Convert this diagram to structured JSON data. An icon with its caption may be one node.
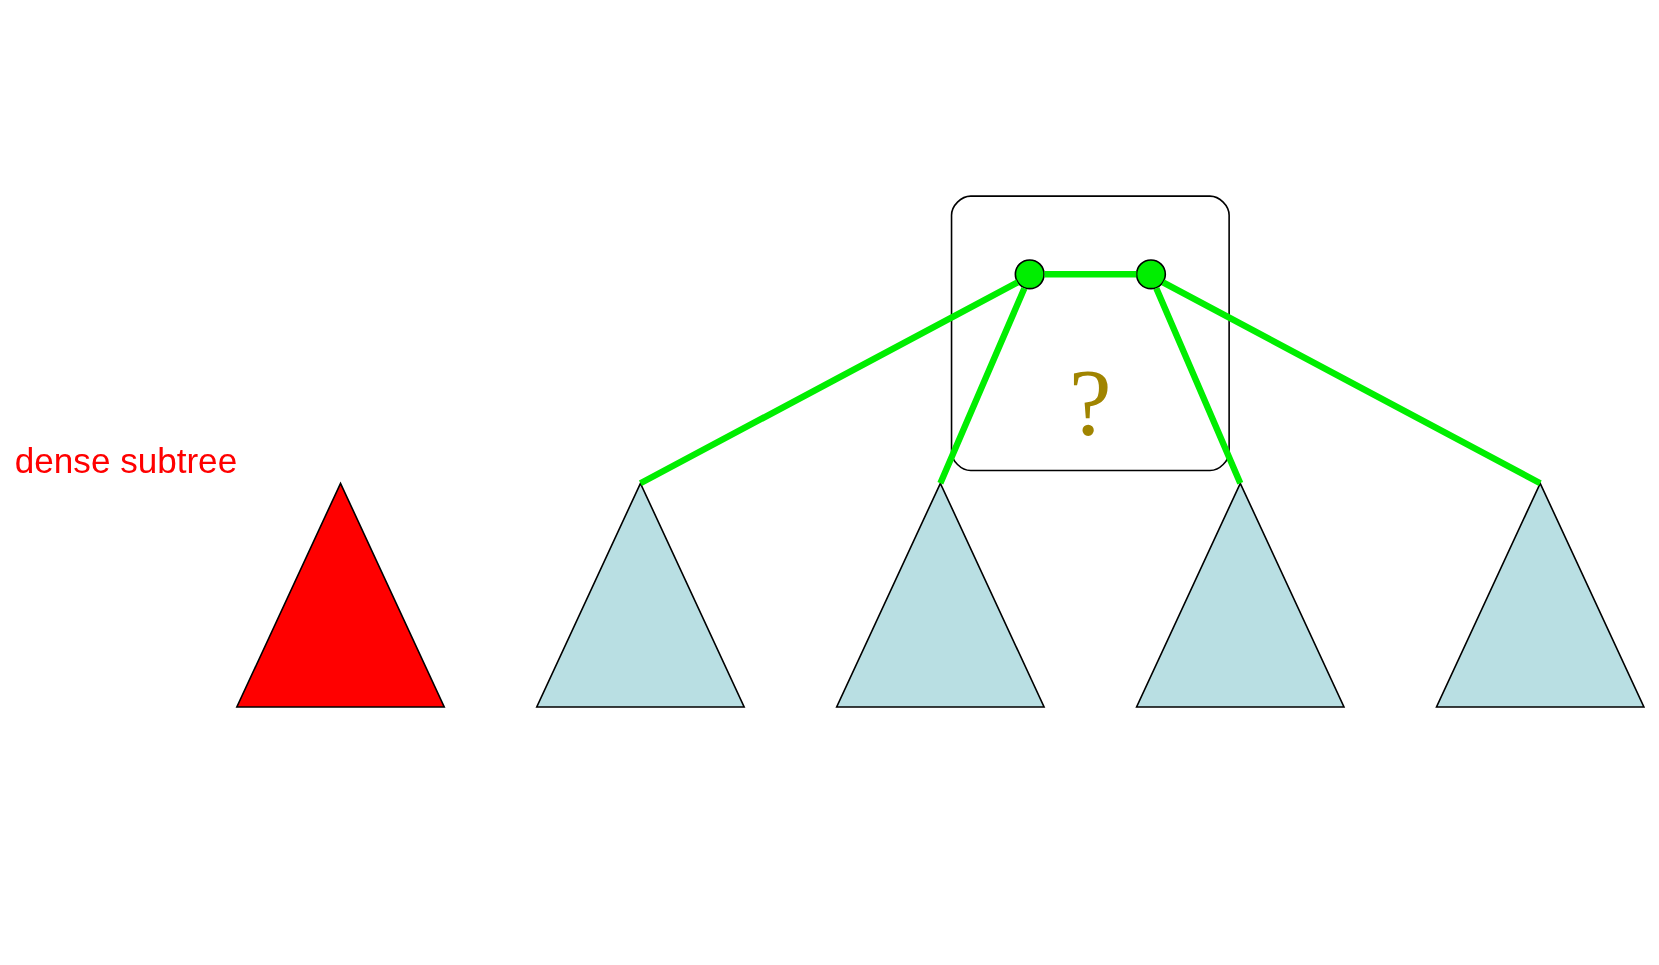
{
  "diagram": {
    "nodes": [
      {
        "text": [
          "?"
        ]
      },
      {
        "text": [],
        "shape": "circle",
        "in": 0
      },
      {
        "text": [],
        "shape": "circle",
        "in": 0
      },
      {
        "text": [],
        "shape": "triangle"
      },
      {
        "text": [],
        "shape": "triangle"
      },
      {
        "text": [],
        "shape": "triangle"
      },
      {
        "text": [],
        "shape": "triangle"
      },
      {
        "text": [],
        "shape": "triangle",
        "beside": [
          "dense subtree"
        ]
      }
    ],
    "edges": [
      {
        "from": 1,
        "to": 2,
        "arrow": "none"
      },
      {
        "from": 1,
        "to": 3,
        "arrow": "none"
      },
      {
        "from": 1,
        "to": 4,
        "arrow": "none"
      },
      {
        "from": 2,
        "to": 5,
        "arrow": "none"
      },
      {
        "from": 2,
        "to": 6,
        "arrow": "none"
      }
    ]
  }
}
